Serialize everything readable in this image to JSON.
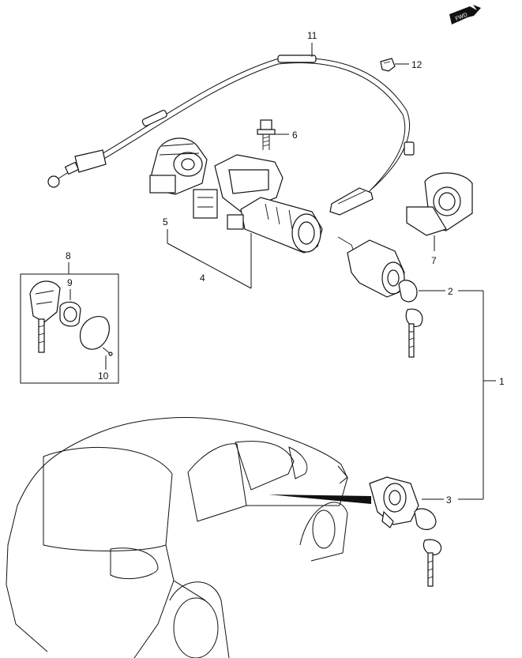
{
  "fwd_badge": "FWD",
  "callouts": {
    "c1": "1",
    "c2": "2",
    "c3": "3",
    "c4": "4",
    "c5": "5",
    "c6": "6",
    "c7": "7",
    "c8": "8",
    "c9": "9",
    "c10": "10",
    "c11": "11",
    "c12": "12"
  }
}
